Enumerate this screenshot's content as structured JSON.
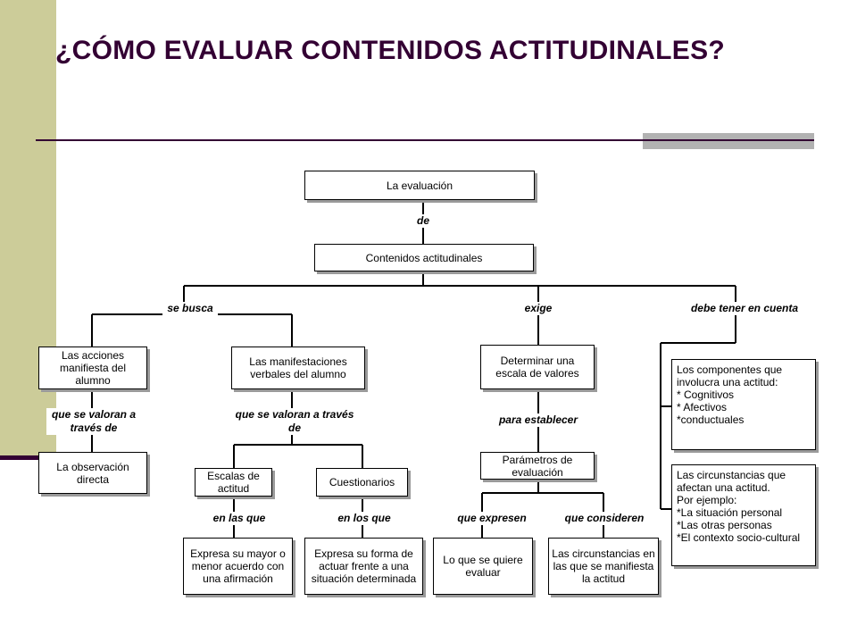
{
  "title": "¿CÓMO EVALUAR CONTENIDOS ACTITUDINALES?",
  "diagram": {
    "nodes": {
      "evaluacion": "La evaluación",
      "contenidos": "Contenidos actitudinales",
      "acciones": "Las acciones manifiesta del alumno",
      "manifestaciones": "Las manifestaciones verbales del alumno",
      "escala_valores": "Determinar una escala de valores",
      "observacion": "La observación directa",
      "escalas_actitud": "Escalas de actitud",
      "cuestionarios": "Cuestionarios",
      "parametros": "Parámetros de evaluación",
      "expresa_acuerdo": "Expresa su mayor o menor acuerdo con una afirmación",
      "expresa_forma": "Expresa su forma de actuar frente a una situación determinada",
      "lo_que_evaluar": "Lo que se quiere evaluar",
      "circunstancias_manifiesta": "Las circunstancias en las que se manifiesta la actitud",
      "componentes": {
        "lines": [
          "Los componentes que",
          "involucra  una actitud:",
          "* Cognitivos",
          "* Afectivos",
          "*conductuales"
        ]
      },
      "circunstancias_afectan": {
        "lines": [
          "Las circunstancias que",
          "afectan una actitud.",
          "Por ejemplo:",
          "*La situación personal",
          "*Las otras personas",
          "*El contexto socio-cultural"
        ]
      }
    },
    "labels": {
      "de": "de",
      "se_busca": "se busca",
      "exige": "exige",
      "debe_tener": "debe tener en cuenta",
      "valoran_1": "que se valoran a\ntravés de",
      "valoran_2": "que se valoran a través\nde",
      "para_establecer": "para establecer",
      "en_las_que": "en las que",
      "en_los_que": "en los que",
      "que_expresen": "que expresen",
      "que_consideren": "que consideren"
    }
  }
}
